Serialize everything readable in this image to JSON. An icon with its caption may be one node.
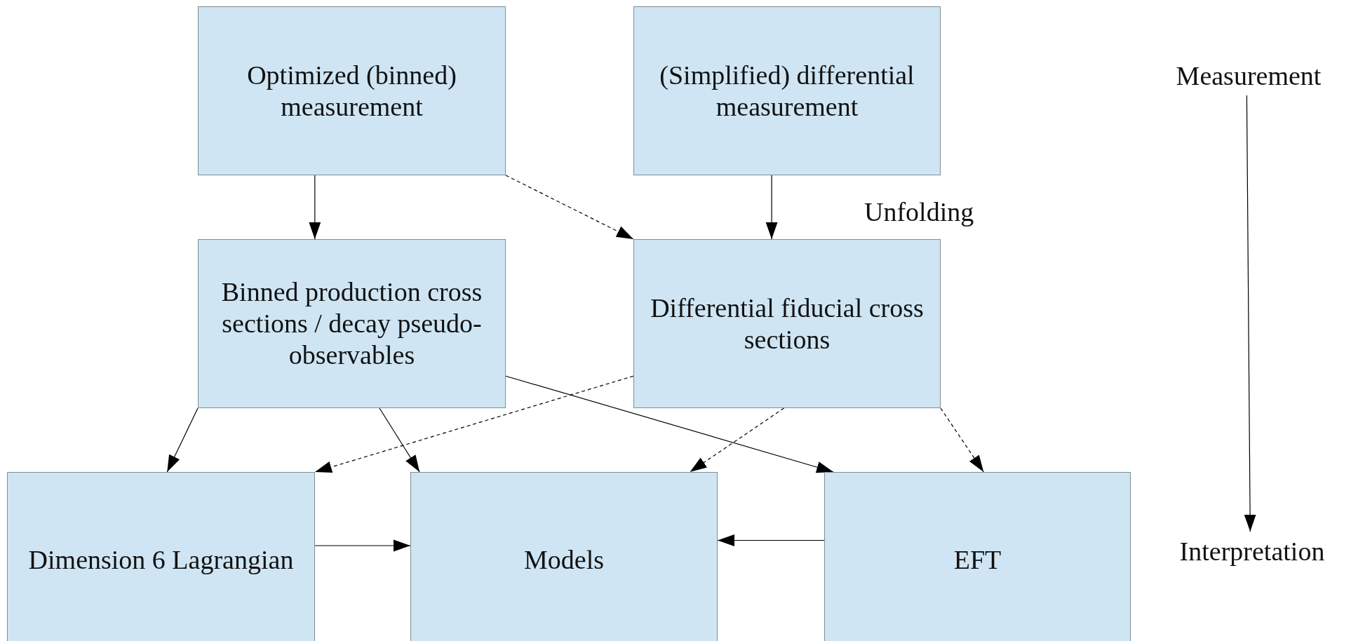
{
  "diagram": {
    "nodes": [
      {
        "text": [
          "Optimized (binned) measurement"
        ]
      },
      {
        "text": [
          "(Simplified) differential measurement"
        ]
      },
      {
        "text": [
          "Binned production cross sections / decay pseudo-observables"
        ]
      },
      {
        "text": [
          "Differential fiducial cross sections"
        ]
      },
      {
        "text": [
          "Dimension 6 Lagrangian"
        ]
      },
      {
        "text": [
          "Models"
        ]
      },
      {
        "text": [
          "EFT"
        ]
      },
      {
        "text": [
          "Measurement"
        ]
      },
      {
        "text": [
          "Interpretation"
        ]
      }
    ],
    "edges": [
      {
        "from": 0,
        "to": 2,
        "arrow": "to"
      },
      {
        "from": 0,
        "to": 3,
        "arrow": "to",
        "style": "dashed"
      },
      {
        "from": 1,
        "to": 3,
        "arrow": "to"
      },
      {
        "from": 2,
        "to": 4,
        "arrow": "to"
      },
      {
        "from": 2,
        "to": 5,
        "arrow": "to"
      },
      {
        "from": 2,
        "to": 6,
        "arrow": "to"
      },
      {
        "from": 3,
        "to": 4,
        "arrow": "to",
        "style": "dashed"
      },
      {
        "from": 3,
        "to": 5,
        "arrow": "to",
        "style": "dashed"
      },
      {
        "from": 3,
        "to": 6,
        "arrow": "to",
        "style": "dashed"
      },
      {
        "from": 4,
        "to": 5,
        "arrow": "to"
      },
      {
        "from": 6,
        "to": 5,
        "arrow": "to"
      },
      {
        "from": 7,
        "to": 8,
        "arrow": "to"
      }
    ],
    "labels": [
      "Unfolding"
    ]
  }
}
